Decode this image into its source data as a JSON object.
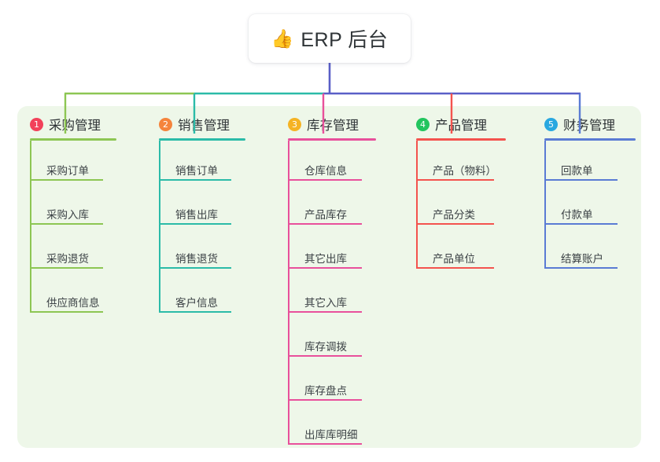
{
  "root": {
    "icon": "thumbs-up-icon",
    "emoji": "👍",
    "title": "ERP 后台"
  },
  "panel": {
    "background_color": "#EEF7E9"
  },
  "columns": [
    {
      "number": "1",
      "title": "采购管理",
      "badge_color": "#F2415A",
      "line_color": "#8DC653",
      "items": [
        "采购订单",
        "采购入库",
        "采购退货",
        "供应商信息"
      ]
    },
    {
      "number": "2",
      "title": "销售管理",
      "badge_color": "#F5843C",
      "line_color": "#2BBBA8",
      "items": [
        "销售订单",
        "销售出库",
        "销售退货",
        "客户信息"
      ]
    },
    {
      "number": "3",
      "title": "库存管理",
      "badge_color": "#F5B324",
      "line_color": "#E8509B",
      "items": [
        "仓库信息",
        "产品库存",
        "其它出库",
        "其它入库",
        "库存调拨",
        "库存盘点",
        "出库库明细"
      ]
    },
    {
      "number": "4",
      "title": "产品管理",
      "badge_color": "#22C55E",
      "line_color": "#F4534E",
      "items": [
        "产品（物料）",
        "产品分类",
        "产品单位"
      ]
    },
    {
      "number": "5",
      "title": "财务管理",
      "badge_color": "#29A8E0",
      "line_color": "#5A7BD4",
      "items": [
        "回款单",
        "付款单",
        "结算账户"
      ]
    }
  ],
  "connectors": {
    "trunk_color": "#5A5FC7",
    "bus_left_color": "#8DC653",
    "bus_mid_color": "#2BBBA8",
    "bus_right_color": "#5A5FC7"
  }
}
